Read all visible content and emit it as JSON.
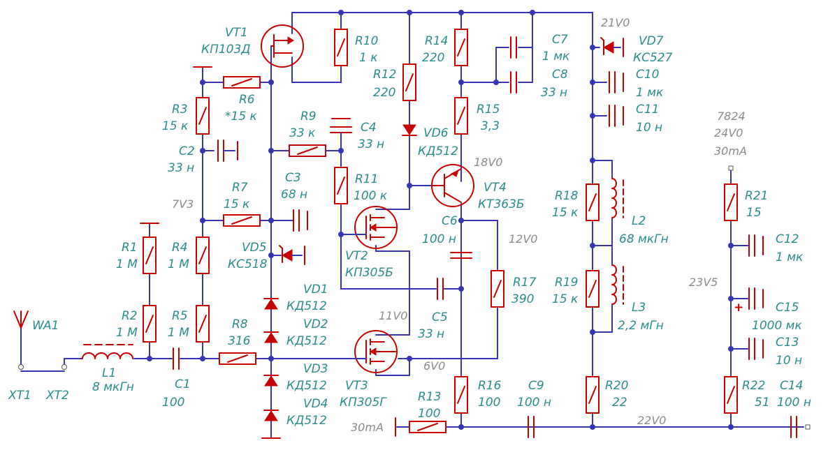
{
  "components": [
    {
      "ref": "WA1",
      "value": ""
    },
    {
      "ref": "XT1",
      "value": ""
    },
    {
      "ref": "XT2",
      "value": ""
    },
    {
      "ref": "L1",
      "value": "8 мкГн"
    },
    {
      "ref": "C1",
      "value": "100"
    },
    {
      "ref": "R1",
      "value": "1 М"
    },
    {
      "ref": "R2",
      "value": "1 М"
    },
    {
      "ref": "R3",
      "value": "15 к"
    },
    {
      "ref": "C2",
      "value": "33 н"
    },
    {
      "ref": "R4",
      "value": "1 М"
    },
    {
      "ref": "R5",
      "value": "1 М"
    },
    {
      "ref": "R6",
      "value": "*15 к"
    },
    {
      "ref": "R7",
      "value": "15 к"
    },
    {
      "ref": "R8",
      "value": "316"
    },
    {
      "ref": "VT1",
      "value": "КП103Д"
    },
    {
      "ref": "R9",
      "value": "33 к"
    },
    {
      "ref": "C3",
      "value": "68 н"
    },
    {
      "ref": "VD5",
      "value": "КС518"
    },
    {
      "ref": "VD1",
      "value": "КД512"
    },
    {
      "ref": "VD2",
      "value": "КД512"
    },
    {
      "ref": "VD3",
      "value": "КД512"
    },
    {
      "ref": "VD4",
      "value": "КД512"
    },
    {
      "ref": "R10",
      "value": "1 к"
    },
    {
      "ref": "C4",
      "value": "33 н"
    },
    {
      "ref": "R11",
      "value": "100 к"
    },
    {
      "ref": "VT2",
      "value": "КП305Б"
    },
    {
      "ref": "VT3",
      "value": "КП305Г"
    },
    {
      "ref": "R12",
      "value": "220"
    },
    {
      "ref": "VD6",
      "value": "КД512"
    },
    {
      "ref": "R14",
      "value": "220"
    },
    {
      "ref": "R15",
      "value": "3,3"
    },
    {
      "ref": "VT4",
      "value": "КТ363Б"
    },
    {
      "ref": "C5",
      "value": "33 н"
    },
    {
      "ref": "C6",
      "value": "100 н"
    },
    {
      "ref": "R17",
      "value": "390"
    },
    {
      "ref": "R16",
      "value": "100"
    },
    {
      "ref": "R13",
      "value": "100"
    },
    {
      "ref": "C9",
      "value": "100 н"
    },
    {
      "ref": "C7",
      "value": "1 мк"
    },
    {
      "ref": "C8",
      "value": "33 н"
    },
    {
      "ref": "VD7",
      "value": "КС527"
    },
    {
      "ref": "C10",
      "value": "1 мк"
    },
    {
      "ref": "C11",
      "value": "10 н"
    },
    {
      "ref": "R18",
      "value": "15 к"
    },
    {
      "ref": "L2",
      "value": "68 мкГн"
    },
    {
      "ref": "R19",
      "value": "15 к"
    },
    {
      "ref": "L3",
      "value": "2,2 мГн"
    },
    {
      "ref": "R20",
      "value": "22"
    },
    {
      "ref": "R21",
      "value": "15"
    },
    {
      "ref": "C12",
      "value": "1 мк"
    },
    {
      "ref": "C15",
      "value": "1000 мк"
    },
    {
      "ref": "C13",
      "value": "10 н"
    },
    {
      "ref": "R22",
      "value": "51"
    },
    {
      "ref": "C14",
      "value": "100 н"
    }
  ],
  "annotations": {
    "v7v3": "7V3",
    "v11v0": "11V0",
    "v6v0": "6V0",
    "v18v0": "18V0",
    "v12v0": "12V0",
    "v21v0": "21V0",
    "v22v0": "22V0",
    "v23v5": "23V5",
    "reg_name": "7824",
    "reg_v": "24V0",
    "reg_i": "30mA",
    "i30ma": "30mA",
    "plus": "+"
  }
}
